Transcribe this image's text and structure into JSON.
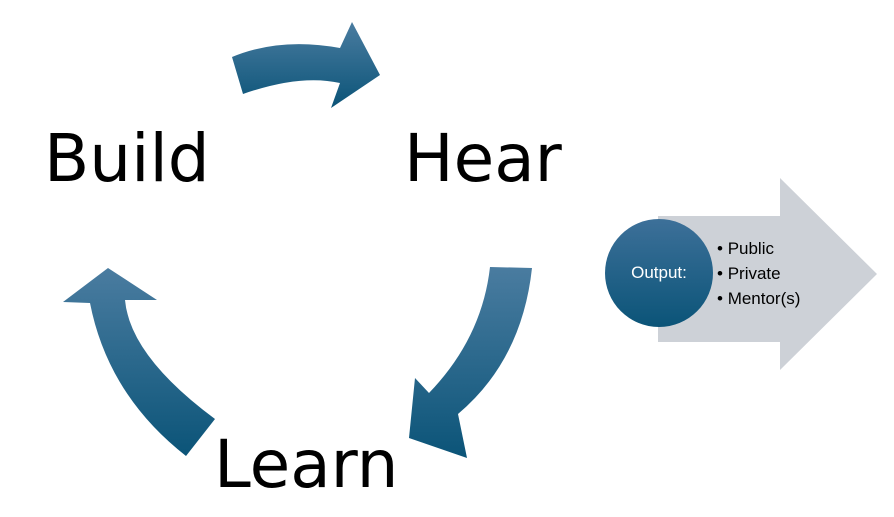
{
  "cycle": {
    "steps": [
      "Build",
      "Hear",
      "Learn"
    ]
  },
  "output": {
    "label": "Output:",
    "items": [
      "Public",
      "Private",
      "Mentor(s)"
    ]
  },
  "colors": {
    "arrow_light": "#4a7ca0",
    "arrow_dark": "#0b5478",
    "circle": "#105a80",
    "chevron": "#cdd1d7"
  }
}
